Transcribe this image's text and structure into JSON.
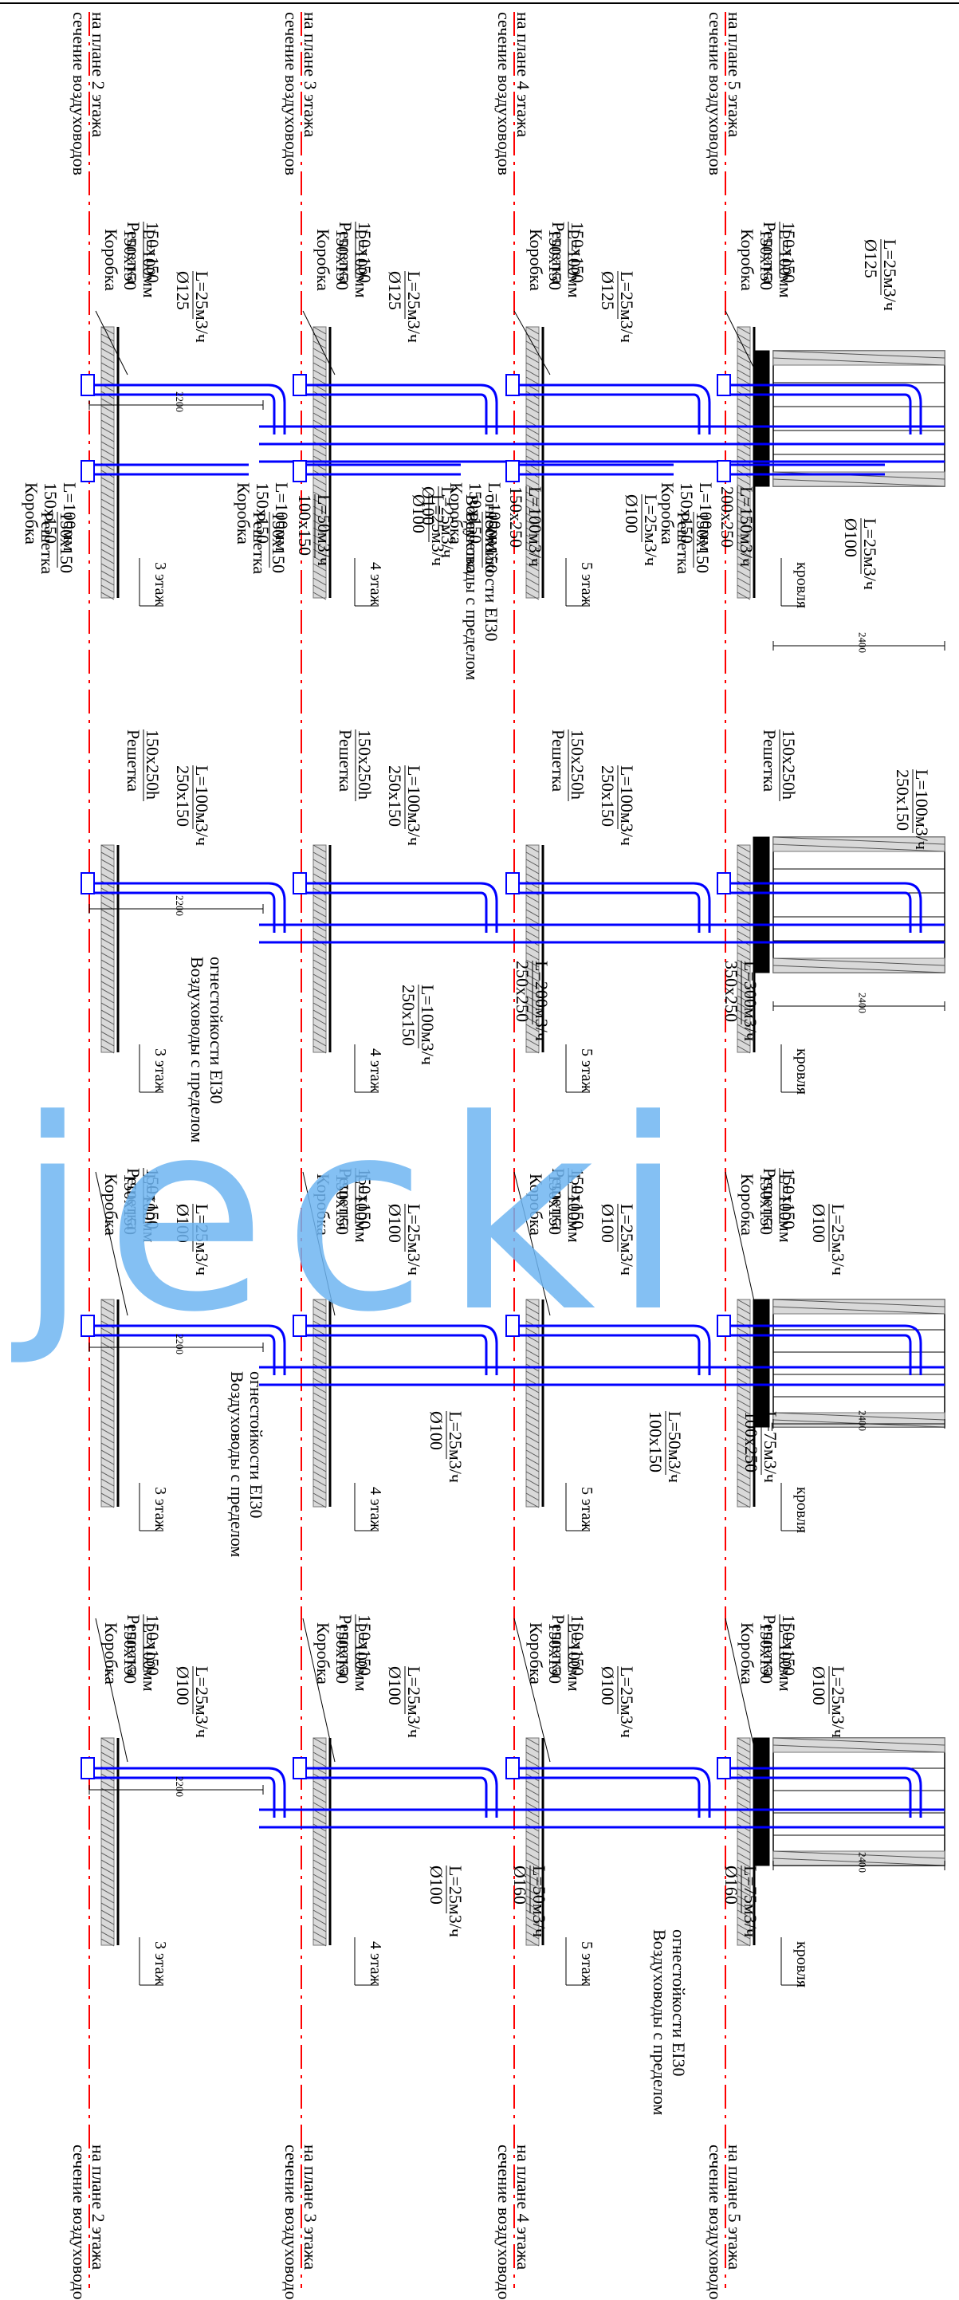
{
  "sections": [
    {
      "id": "s1",
      "leader_top": [
        "сечение воздуховодов",
        "на плане 5 этажа",
        "сечение воздуховодов",
        "на плане 4 этажа",
        "сечение воздуховодов",
        "на плане 3 этажа",
        "сечение воздуховодов",
        "на плане 2 этажа"
      ],
      "labels": {
        "grille_top": [
          "Решетка",
          "150х150"
        ],
        "box_top": [
          "Коробка",
          "150х150",
          "L=100мм"
        ],
        "d125": "Ø125",
        "flow25": "L=25м3/ч",
        "grille_bot": [
          "Решетка",
          "150х150"
        ],
        "box_bot": [
          "Коробка",
          "150х150",
          "L=100мм"
        ],
        "d100": "Ø100",
        "main_d125_top": [
          "Ø125",
          "L=25м3/ч"
        ],
        "main_d100_bot": [
          "Ø100",
          "L=25м3/ч"
        ],
        "s200x250": [
          "200х250",
          "L=150м3/ч"
        ],
        "s150x250": [
          "150х250",
          "L=100м3/ч"
        ],
        "s100x150": [
          "100х150",
          "L=50м3/ч"
        ],
        "fire": [
          "Воздуховоды с пределом",
          "огнестойкости EI30"
        ],
        "dim_2200": "2200",
        "dim_2400": "2400",
        "floors": [
          "кровля",
          "5 этаж",
          "4 этаж",
          "3 этаж"
        ]
      }
    },
    {
      "id": "s2",
      "labels": {
        "grille": [
          "Решетка",
          "150х250h"
        ],
        "main_top": [
          "250х150",
          "L=100м3/ч"
        ],
        "branch": [
          "250х150",
          "L=100м3/ч"
        ],
        "s350": [
          "350х250",
          "L=300м3/ч"
        ],
        "s250": [
          "250х250",
          "L=200м3/ч"
        ],
        "s250b": [
          "250х150",
          "L=100м3/ч"
        ],
        "fire": [
          "Воздуховоды с пределом",
          "огнестойкости EI30"
        ],
        "floors": [
          "кровля",
          "5 этаж",
          "4 этаж",
          "3 этаж"
        ],
        "dim_2200": "2200",
        "dim_2400": "2400"
      }
    },
    {
      "id": "s3",
      "labels": {
        "grille": [
          "Решетка",
          "150х150"
        ],
        "box": [
          "Коробка",
          "150х150",
          "L=100мм"
        ],
        "d100": "Ø100",
        "flow25": "L=25м3/ч",
        "s100x250": [
          "100х250",
          "L=75м3/ч"
        ],
        "s100x150": [
          "100х150",
          "L=50м3/ч"
        ],
        "main_d100": [
          "Ø100",
          "L=25м3/ч"
        ],
        "fire": [
          "Воздуховоды с пределом",
          "огнестойкости EI30"
        ],
        "floors": [
          "кровля",
          "5 этаж",
          "4 этаж",
          "3 этаж"
        ],
        "dim_2200": "2200",
        "dim_2400": "2400"
      }
    },
    {
      "id": "s4",
      "leader_bottom": [
        "сечение воздуховодов",
        "на плане 5 этажа",
        "сечение воздуховодов",
        "на плане 4 этажа",
        "сечение воздуховодов",
        "на плане 3 этажа",
        "сечение воздуховодов",
        "на плане 2 этажа"
      ],
      "labels": {
        "grille": [
          "Решетка",
          "150х150"
        ],
        "box": [
          "Коробка",
          "150х150",
          "L=100мм"
        ],
        "d100": "Ø100",
        "flow25": "L=25м3/ч",
        "s160a": [
          "Ø160",
          "L=75м3/ч"
        ],
        "s160b": [
          "Ø160",
          "L=50м3/ч"
        ],
        "s100": [
          "Ø100",
          "L=25м3/ч"
        ],
        "fire": [
          "Воздуховоды с пределом",
          "огнестойкости EI30"
        ],
        "floors": [
          "кровля",
          "5 этаж",
          "4 этаж",
          "3 этаж"
        ],
        "dim_2200": "2200",
        "dim_2400": "2400"
      }
    }
  ],
  "watermark": "jecki",
  "colors": {
    "duct": "#0000ff",
    "axis": "#ff0000",
    "hatch": "#808080",
    "ink": "#000000",
    "watermark": "#6fb6f2"
  }
}
